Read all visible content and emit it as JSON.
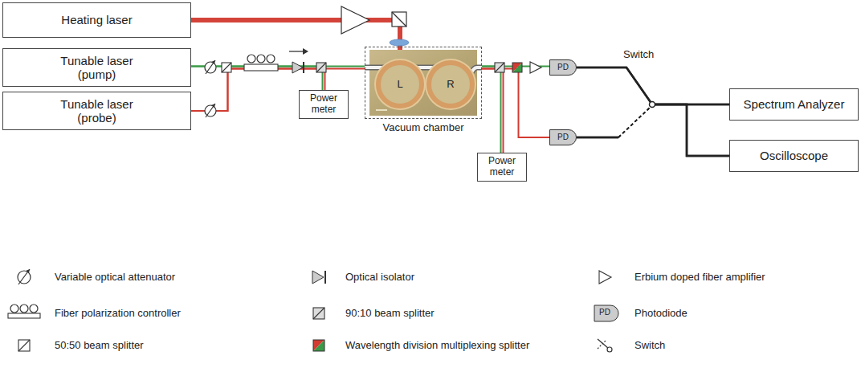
{
  "diagram": {
    "nodes": [
      {
        "text": [
          "Heating laser"
        ]
      },
      {
        "text": [
          "Tunable laser (pump)"
        ]
      },
      {
        "text": [
          "Tunable laser (probe)"
        ]
      },
      {
        "text": [
          "Power meter"
        ]
      },
      {
        "text": [
          "Vacuum chamber"
        ]
      },
      {
        "text": [
          "L"
        ],
        "in": 4
      },
      {
        "text": [
          "R"
        ],
        "in": 4
      },
      {
        "text": [
          "Power meter"
        ]
      },
      {
        "text": [
          "PD"
        ]
      },
      {
        "text": [
          "PD"
        ]
      },
      {
        "text": [
          "Spectrum Analyzer"
        ]
      },
      {
        "text": [
          "Oscilloscope"
        ]
      }
    ],
    "edges": [
      {
        "from": 0,
        "to": 5,
        "arrow": "none"
      },
      {
        "from": 1,
        "to": 4,
        "arrow": "none"
      },
      {
        "from": 2,
        "to": 4,
        "arrow": "none"
      },
      {
        "from": 1,
        "to": 3,
        "arrow": "none"
      },
      {
        "from": 2,
        "to": 3,
        "arrow": "none"
      },
      {
        "from": 4,
        "to": 7,
        "arrow": "none"
      },
      {
        "from": 4,
        "to": 8,
        "arrow": "none"
      },
      {
        "from": 4,
        "to": 9,
        "arrow": "none"
      },
      {
        "from": 8,
        "to": 10,
        "arrow": "none"
      },
      {
        "from": 8,
        "to": 11,
        "arrow": "none"
      },
      {
        "from": 9,
        "to": 10,
        "arrow": "none"
      },
      {
        "from": 9,
        "to": 11,
        "arrow": "none"
      }
    ],
    "labels": [
      "Switch",
      "PD"
    ],
    "legend": [
      {
        "text": "Variable optical attenuator"
      },
      {
        "text": "Optical isolator"
      },
      {
        "text": "Erbium doped fiber amplifier"
      },
      {
        "text": "Fiber polarization controller"
      },
      {
        "text": "90:10 beam splitter"
      },
      {
        "text": "Photodiode"
      },
      {
        "text": "50:50 beam splitter"
      },
      {
        "text": "Wavelength division multiplexing splitter"
      },
      {
        "text": "Switch"
      }
    ]
  }
}
